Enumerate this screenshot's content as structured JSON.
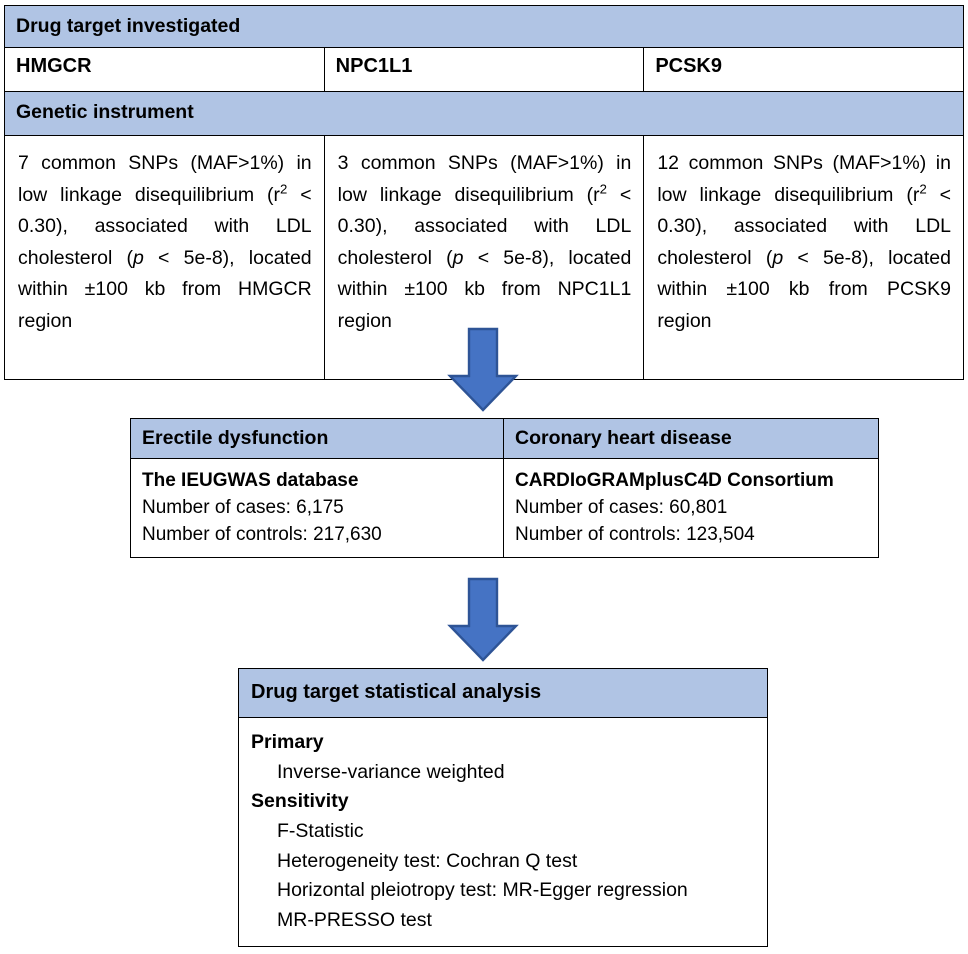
{
  "colors": {
    "header_blue": "#b0c4e4",
    "arrow_fill": "#4573c4",
    "arrow_stroke": "#2e5496",
    "border": "#000000",
    "text": "#000000"
  },
  "top_table": {
    "title": "Drug target investigated",
    "genetic_instrument_label": "Genetic instrument",
    "columns": [
      {
        "gene": "HMGCR",
        "instrument_parts": {
          "lead": "7 common SNPs (MAF>1%) in low linkage disequilibrium (r",
          "sup": "2",
          "mid": " < 0.30), associated with LDL cholesterol (",
          "pvar": "p",
          "tail": " < 5e-8), located within ±100 kb from HMGCR region"
        },
        "instrument_text": "7 common SNPs (MAF>1%) in low linkage disequilibrium (r2 < 0.30), associated with LDL cholesterol (p < 5e-8), located within ±100 kb from HMGCR region"
      },
      {
        "gene": "NPC1L1",
        "instrument_parts": {
          "lead": "3 common SNPs (MAF>1%) in low linkage disequilibrium (r",
          "sup": "2",
          "mid": " < 0.30), associated with LDL cholesterol (",
          "pvar": "p",
          "tail": " < 5e-8), located within ±100 kb from NPC1L1 region"
        },
        "instrument_text": "3 common SNPs (MAF>1%) in low linkage disequilibrium (r2 < 0.30), associated with LDL cholesterol (p < 5e-8), located within ±100 kb from NPC1L1 region"
      },
      {
        "gene": "PCSK9",
        "instrument_parts": {
          "lead": "12 common SNPs (MAF>1%) in low linkage disequilibrium (r",
          "sup": "2",
          "mid": " < 0.30), associated with LDL cholesterol (",
          "pvar": "p",
          "tail": " < 5e-8), located within ±100 kb from PCSK9 region"
        },
        "instrument_text": "12 common SNPs (MAF>1%) in low linkage disequilibrium (r2 < 0.30), associated with LDL cholesterol (p < 5e-8), located within ±100 kb from PCSK9 region"
      }
    ]
  },
  "outcomes_table": {
    "columns": [
      {
        "outcome": "Erectile dysfunction",
        "source": "The IEUGWAS database",
        "cases": "Number of cases: 6,175",
        "controls": "Number of controls: 217,630"
      },
      {
        "outcome": "Coronary heart disease",
        "source": "CARDIoGRAMplusC4D Consortium",
        "cases": "Number of cases: 60,801",
        "controls": "Number of controls: 123,504"
      }
    ]
  },
  "analysis_table": {
    "title": "Drug target statistical analysis",
    "groups": [
      {
        "label": "Primary",
        "items": [
          "Inverse-variance weighted"
        ]
      },
      {
        "label": "Sensitivity",
        "items": [
          "F-Statistic",
          "Heterogeneity test: Cochran Q test",
          "Horizontal pleiotropy test: MR-Egger regression",
          "MR-PRESSO test"
        ]
      }
    ]
  },
  "arrows": [
    {
      "name": "arrow-instruments-to-outcomes",
      "direction": "down"
    },
    {
      "name": "arrow-outcomes-to-analysis",
      "direction": "down"
    }
  ]
}
